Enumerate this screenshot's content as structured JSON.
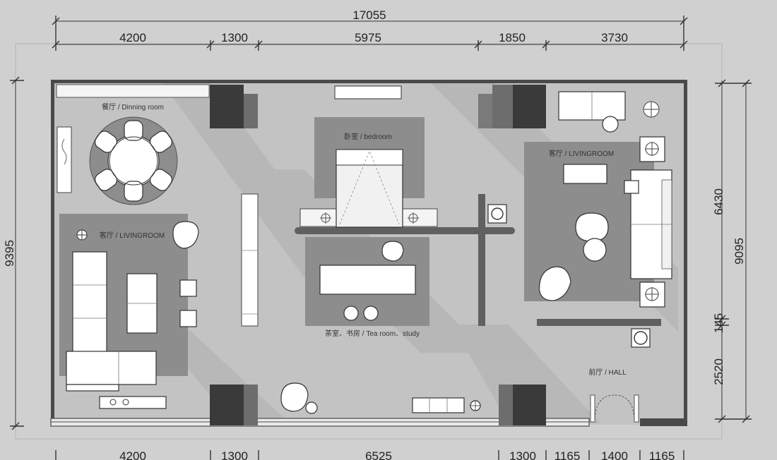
{
  "dimensions": {
    "total_top": "17055",
    "top": [
      "4200",
      "1300",
      "5975",
      "1850",
      "3730"
    ],
    "bottom": [
      "4200",
      "1300",
      "6525",
      "1300",
      "1165",
      "1400",
      "1165"
    ],
    "left_total": "9395",
    "right_total": "9095",
    "right": [
      "6430",
      "145",
      "2520"
    ]
  },
  "rooms": {
    "dining": "餐厅 / Dinning room",
    "living_left": "客厅 / LIVINGROOM",
    "bedroom": "卧室 / bedroom",
    "tea_room": "茶室、书房 / Tea room、study",
    "living_right": "客厅 / LIVINGROOM",
    "hall": "前厅 / HALL"
  },
  "colors": {
    "background": "#d0d0d0",
    "floor": "#c3c3c3",
    "rug": "#8d8d8d",
    "wall": "#4a4a4a",
    "column": "#3a3a3a",
    "furniture": "#ffffff"
  }
}
